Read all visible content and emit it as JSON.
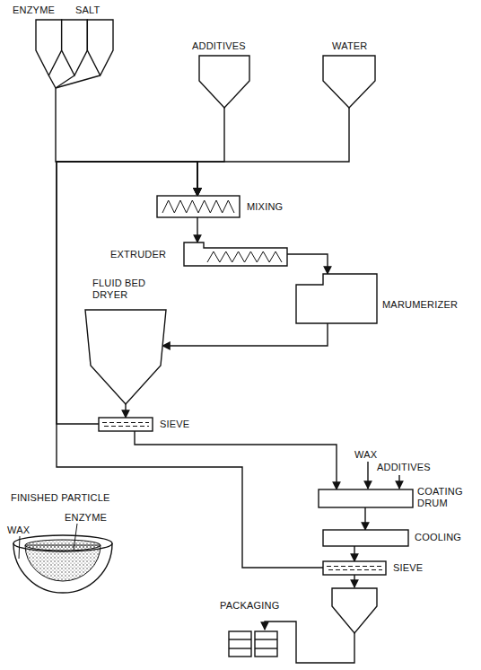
{
  "diagram": {
    "nodes": [
      {
        "text": [
          "ENZYME",
          "SALT"
        ]
      },
      {
        "text": [
          "ADDITIVES"
        ]
      },
      {
        "text": [
          "WATER"
        ]
      },
      {
        "text": [
          "MIXING"
        ]
      },
      {
        "text": [
          "EXTRUDER"
        ]
      },
      {
        "text": [
          "MARUMERIZER"
        ]
      },
      {
        "text": [
          "FLUID BED DRYER"
        ]
      },
      {
        "text": [
          "SIEVE"
        ]
      },
      {
        "text": [
          "COATING DRUM"
        ]
      },
      {
        "text": [
          "COOLING"
        ]
      },
      {
        "text": [
          "SIEVE"
        ]
      }
    ],
    "edges": [
      {
        "from": 0,
        "to": 3,
        "arrow": "to"
      },
      {
        "from": 1,
        "to": 3,
        "arrow": "to"
      },
      {
        "from": 2,
        "to": 3,
        "arrow": "to"
      },
      {
        "from": 3,
        "to": 4,
        "arrow": "to"
      },
      {
        "from": 4,
        "to": 5,
        "arrow": "to"
      },
      {
        "from": 5,
        "to": 6,
        "arrow": "to"
      },
      {
        "from": 6,
        "to": 7,
        "arrow": "to"
      },
      {
        "from": 7,
        "to": 8,
        "arrow": "to"
      },
      {
        "from": 8,
        "to": 9,
        "arrow": "to"
      },
      {
        "from": 9,
        "to": 10,
        "arrow": "to"
      },
      {
        "from": 7,
        "to": 3,
        "arrow": "to"
      },
      {
        "from": 10,
        "to": 3,
        "arrow": "to"
      }
    ],
    "labels": [
      "WAX",
      "ADDITIVES",
      "FINISHED PARTICLE",
      "ENZYME",
      "WAX",
      "PACKAGING"
    ]
  }
}
